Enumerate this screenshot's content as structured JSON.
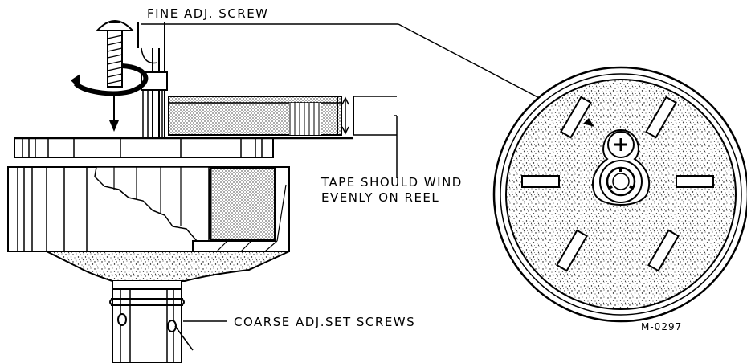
{
  "labels": {
    "fine_adj_screw": "FINE ADJ. SCREW",
    "tape_line_1": "TAPE SHOULD WIND",
    "tape_line_2": "EVENLY ON REEL",
    "coarse_adj_set_screws": "COARSE ADJ.SET SCREWS",
    "figure_number": "M-0297"
  },
  "colors": {
    "ink": "#000000",
    "paper": "#ffffff"
  }
}
